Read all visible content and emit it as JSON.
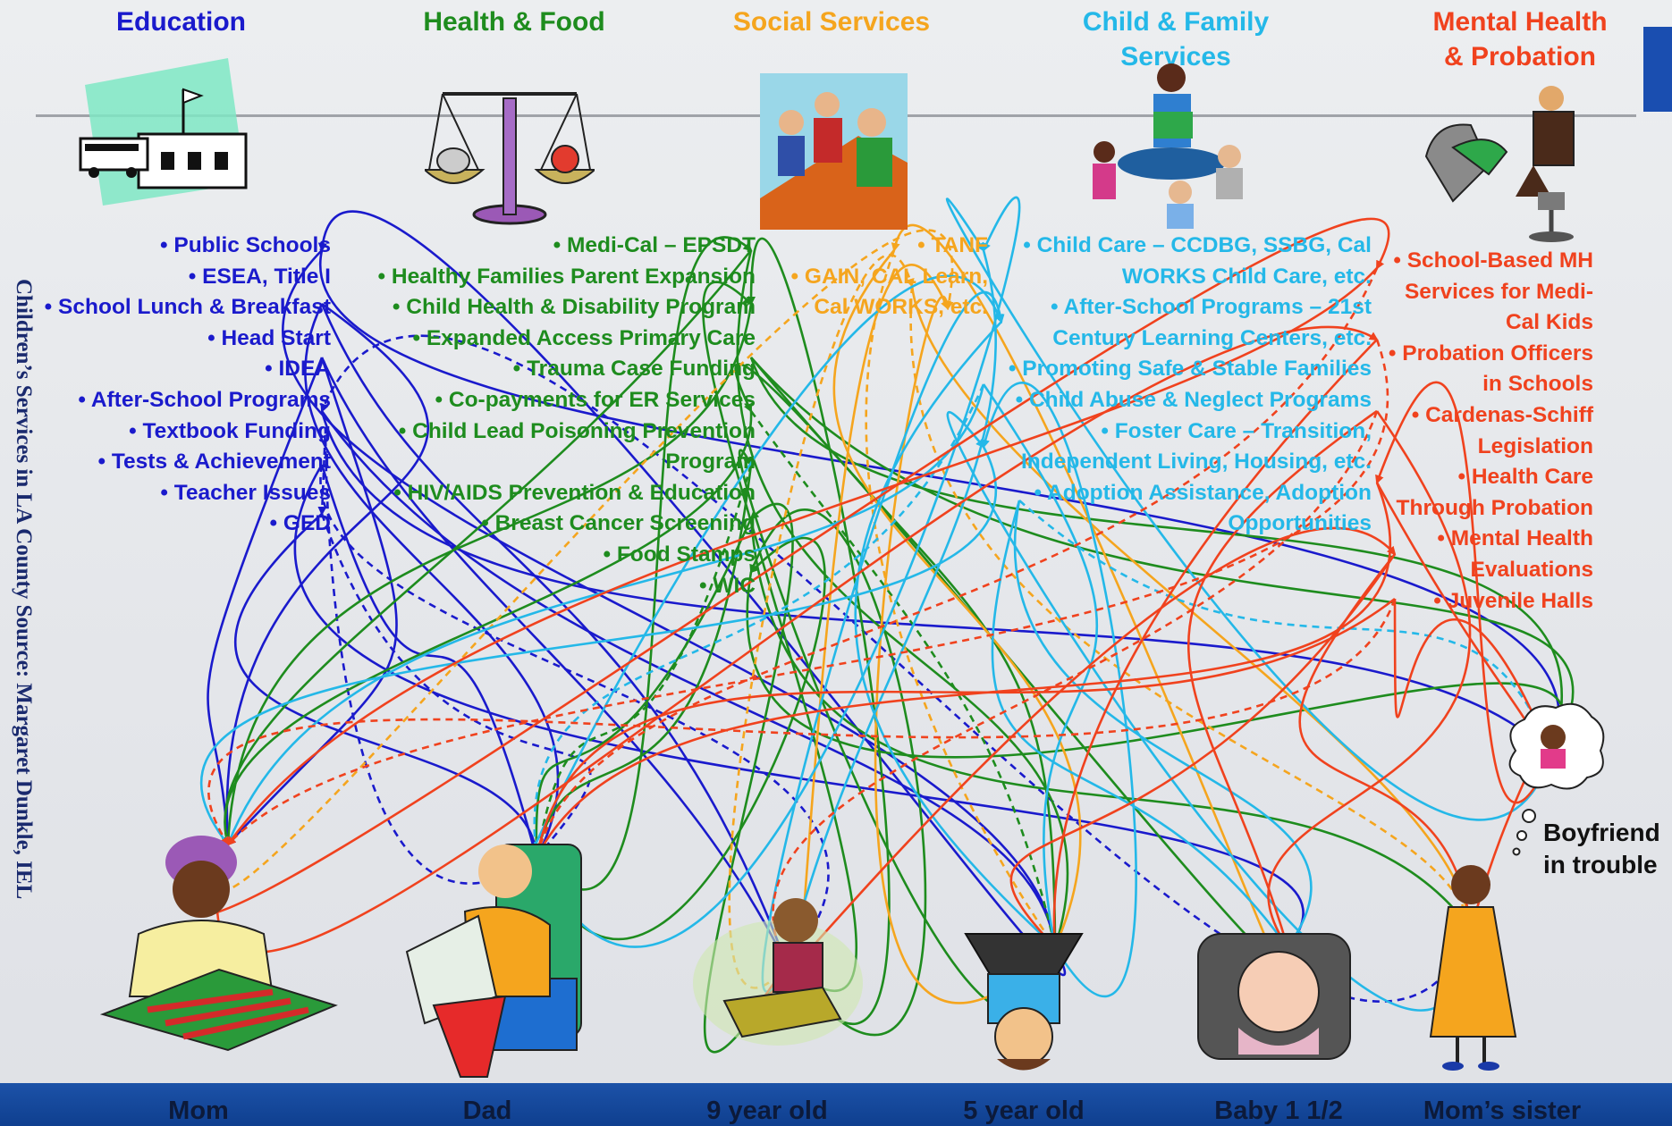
{
  "sidebar_text": "Children’s Services in LA County Source: Margaret Dunkle, IEL",
  "colors": {
    "education": "#1a1acc",
    "health_food": "#1e8c1e",
    "social_services": "#f5a51e",
    "child_family": "#24b8e8",
    "mental_health": "#f0421e",
    "band": "#1c52a8"
  },
  "categories": {
    "education": {
      "title": "Education",
      "items": [
        "Public Schools",
        "ESEA, Title I",
        "School Lunch & Breakfast",
        "Head Start",
        "IDEA",
        "After-School Programs",
        "Textbook Funding",
        "Tests & Achievement",
        "Teacher Issues",
        "GED"
      ]
    },
    "health_food": {
      "title": "Health & Food",
      "items": [
        "Medi-Cal – EPSDT",
        "Healthy Families Parent Expansion",
        "Child Health & Disability Program",
        "Expanded Access Primary Care",
        "Trauma Case Funding",
        "Co-payments for ER Services",
        "Child Lead Poisoning Prevention",
        "Program",
        "HIV/AIDS Prevention & Education",
        "Breast Cancer Screening",
        "Food Stamps",
        "WIC"
      ]
    },
    "social_services": {
      "title": "Social Services",
      "items": [
        "TANF",
        "GAIN, CAL Learn,",
        "Cal WORKS, etc."
      ]
    },
    "child_family": {
      "title_line1": "Child & Family",
      "title_line2": "Services",
      "items": [
        "Child Care – CCDBG, SSBG, Cal",
        "WORKS Child Care, etc.",
        "After-School Programs – 21st",
        "Century Learning Centers, etc.",
        "Promoting Safe & Stable Families",
        "Child Abuse & Neglect Programs",
        "Foster Care – Transition,",
        "Independent Living, Housing, etc.",
        "Adoption Assistance, Adoption",
        "Opportunities"
      ]
    },
    "mental_health": {
      "title_line1": "Mental Health",
      "title_line2": "& Probation",
      "items": [
        "School-Based MH",
        "Services for Medi-",
        "Cal Kids",
        "Probation Officers",
        "in Schools",
        "Cardenas-Schiff",
        "Legislation",
        "Health Care",
        "Through Probation",
        "Mental Health",
        "Evaluations",
        "Juvenile Halls"
      ]
    }
  },
  "family": [
    "Mom",
    "Dad",
    "9 year old",
    "5 year old",
    "Baby 1 1/2",
    "Mom’s sister"
  ],
  "boyfriend_line1": "Boyfriend",
  "boyfriend_line2": "in trouble",
  "illustrations": {
    "education": "school-building-icon",
    "health_food": "balance-scale-icon",
    "social_services": "meeting-people-icon",
    "child_family": "storytelling-icon",
    "mental_health": "counseling-icon"
  }
}
